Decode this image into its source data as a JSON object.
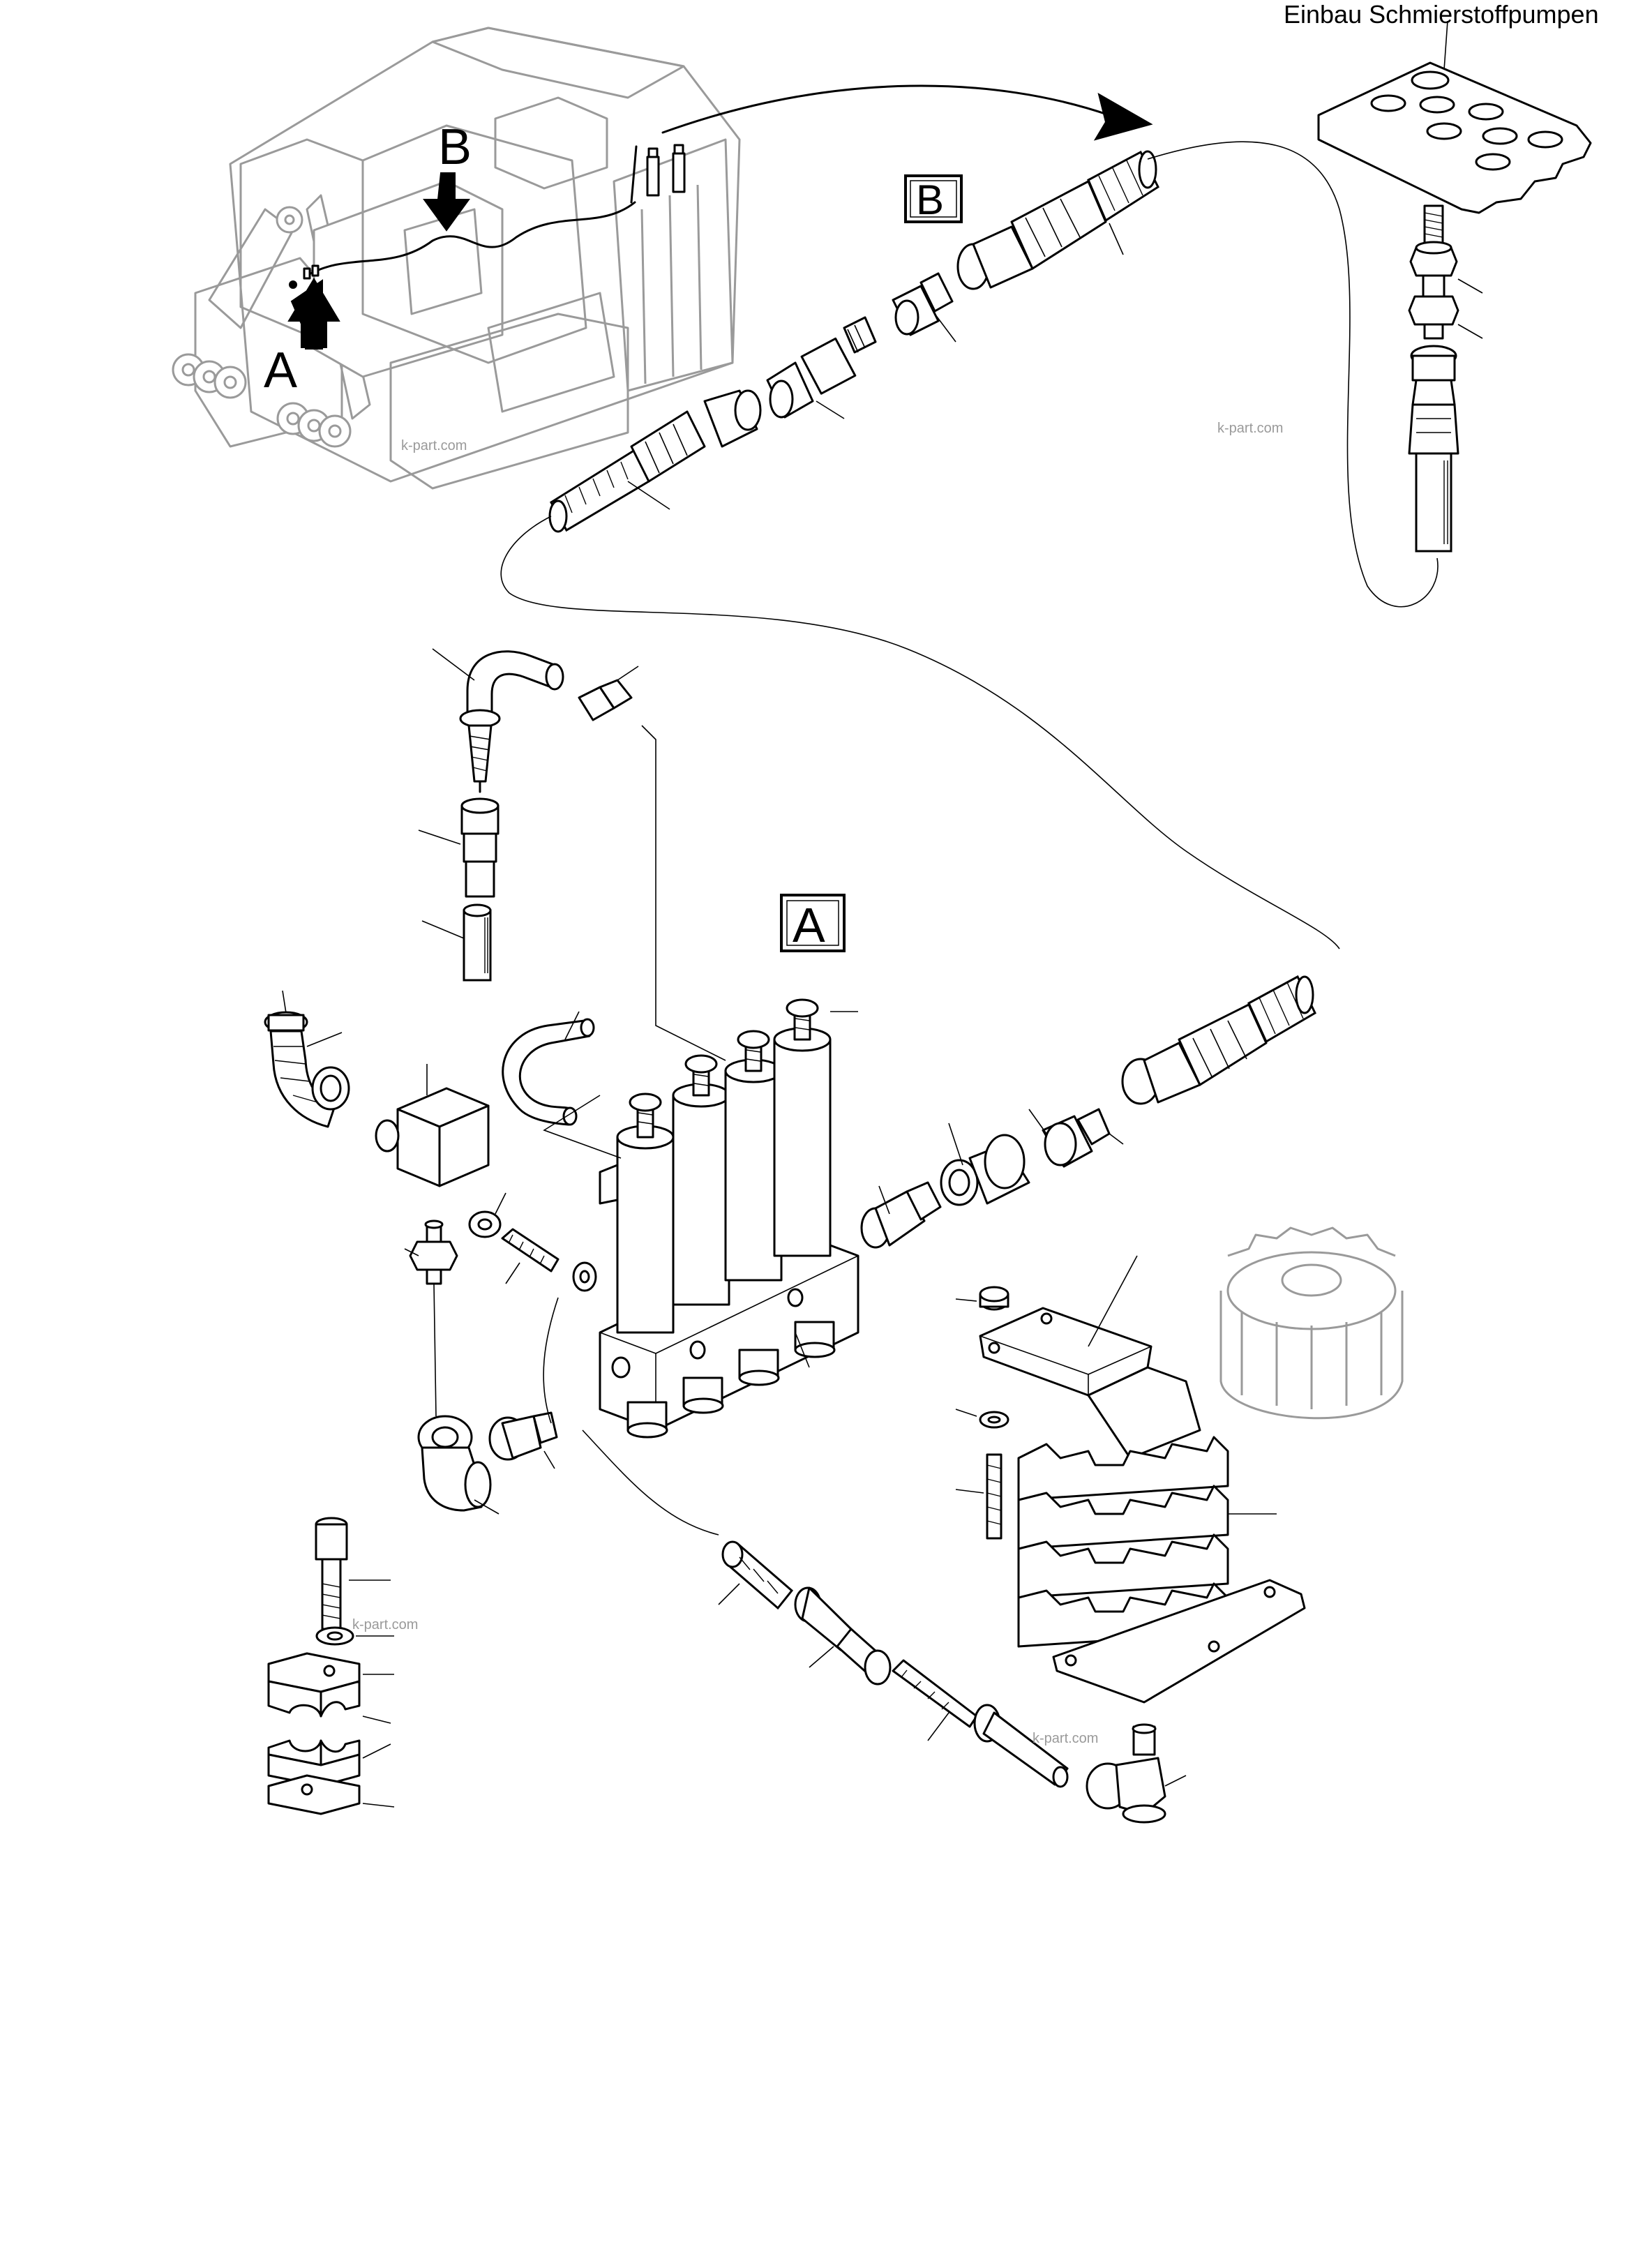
{
  "title": "Einbau Schmierstoffpumpen",
  "callouts": {
    "a": "A",
    "b": "B"
  },
  "detail_labels": {
    "a": "A",
    "b": "B"
  },
  "watermark": "k-part.com",
  "colors": {
    "line": "#000000",
    "machine_outline": "#9a9a9a",
    "background": "#ffffff"
  }
}
